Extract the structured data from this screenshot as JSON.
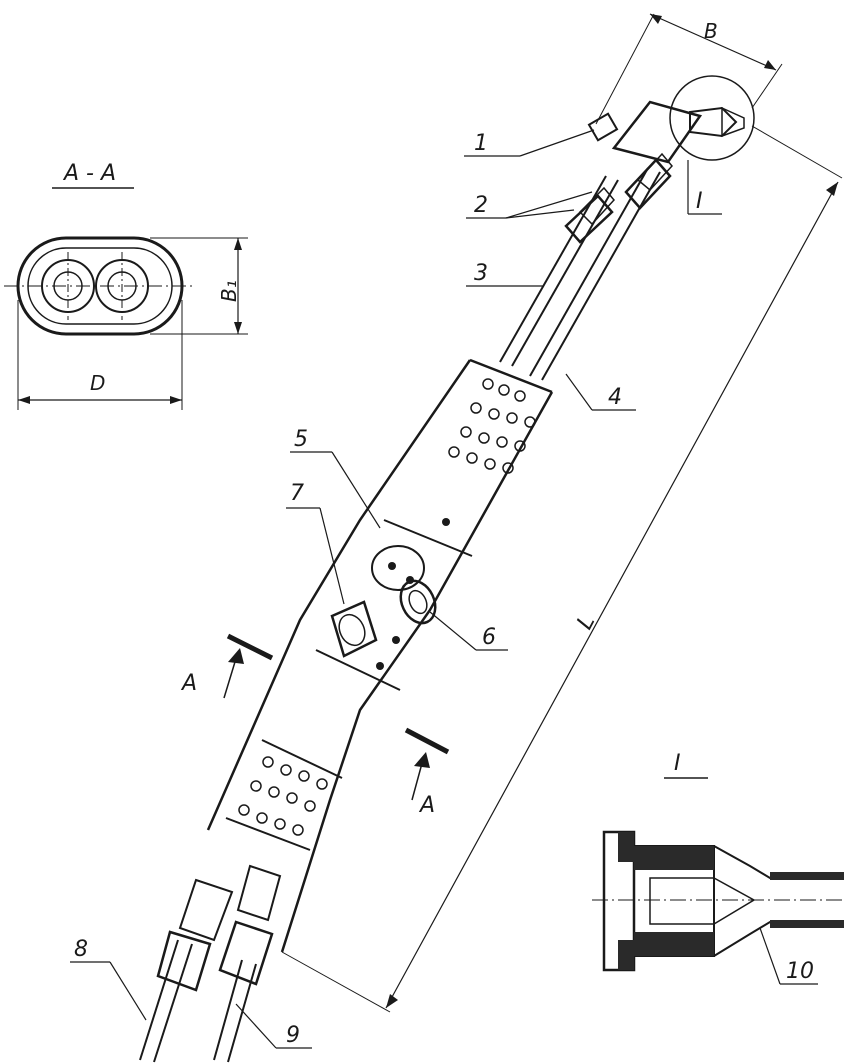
{
  "section_view": {
    "title": "А - А",
    "dim_height": "B₁",
    "dim_width": "D"
  },
  "callouts": [
    "1",
    "2",
    "3",
    "4",
    "5",
    "6",
    "7",
    "8",
    "9",
    "10"
  ],
  "detail": {
    "marker": "I",
    "title": "I"
  },
  "overall": {
    "dim_width": "B",
    "dim_length": "L"
  },
  "section_cut": {
    "left": "А",
    "right": "А"
  }
}
